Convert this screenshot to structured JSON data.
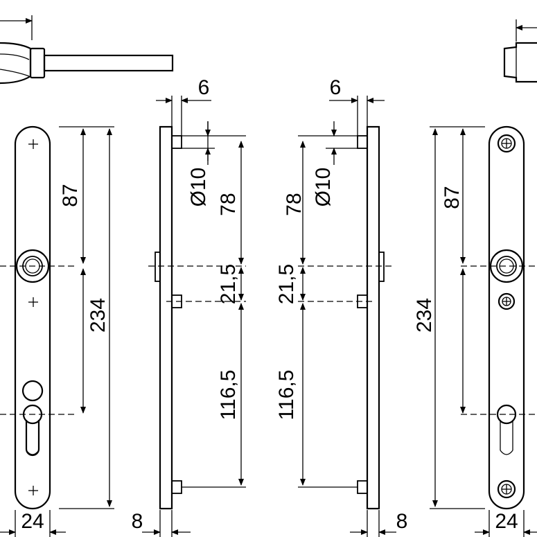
{
  "drawing": {
    "labels": {
      "plate_width_left": "24",
      "plate_width_right": "24",
      "plate_thickness_left": "8",
      "plate_thickness_right": "8",
      "pin_offset_left": "6",
      "pin_offset_right": "6",
      "pin_diameter_left": "Ø10",
      "pin_diameter_right": "Ø10",
      "top_to_handle_left": "87",
      "top_to_handle_right": "87",
      "overall_length_left": "234",
      "overall_length_right": "234",
      "pin_to_handle_left": "78",
      "pin_to_handle_right": "78",
      "handle_to_pin_left": "21,5",
      "handle_to_pin_right": "21,5",
      "pin_to_pin_left": "116,5",
      "pin_to_pin_right": "116,5"
    }
  }
}
